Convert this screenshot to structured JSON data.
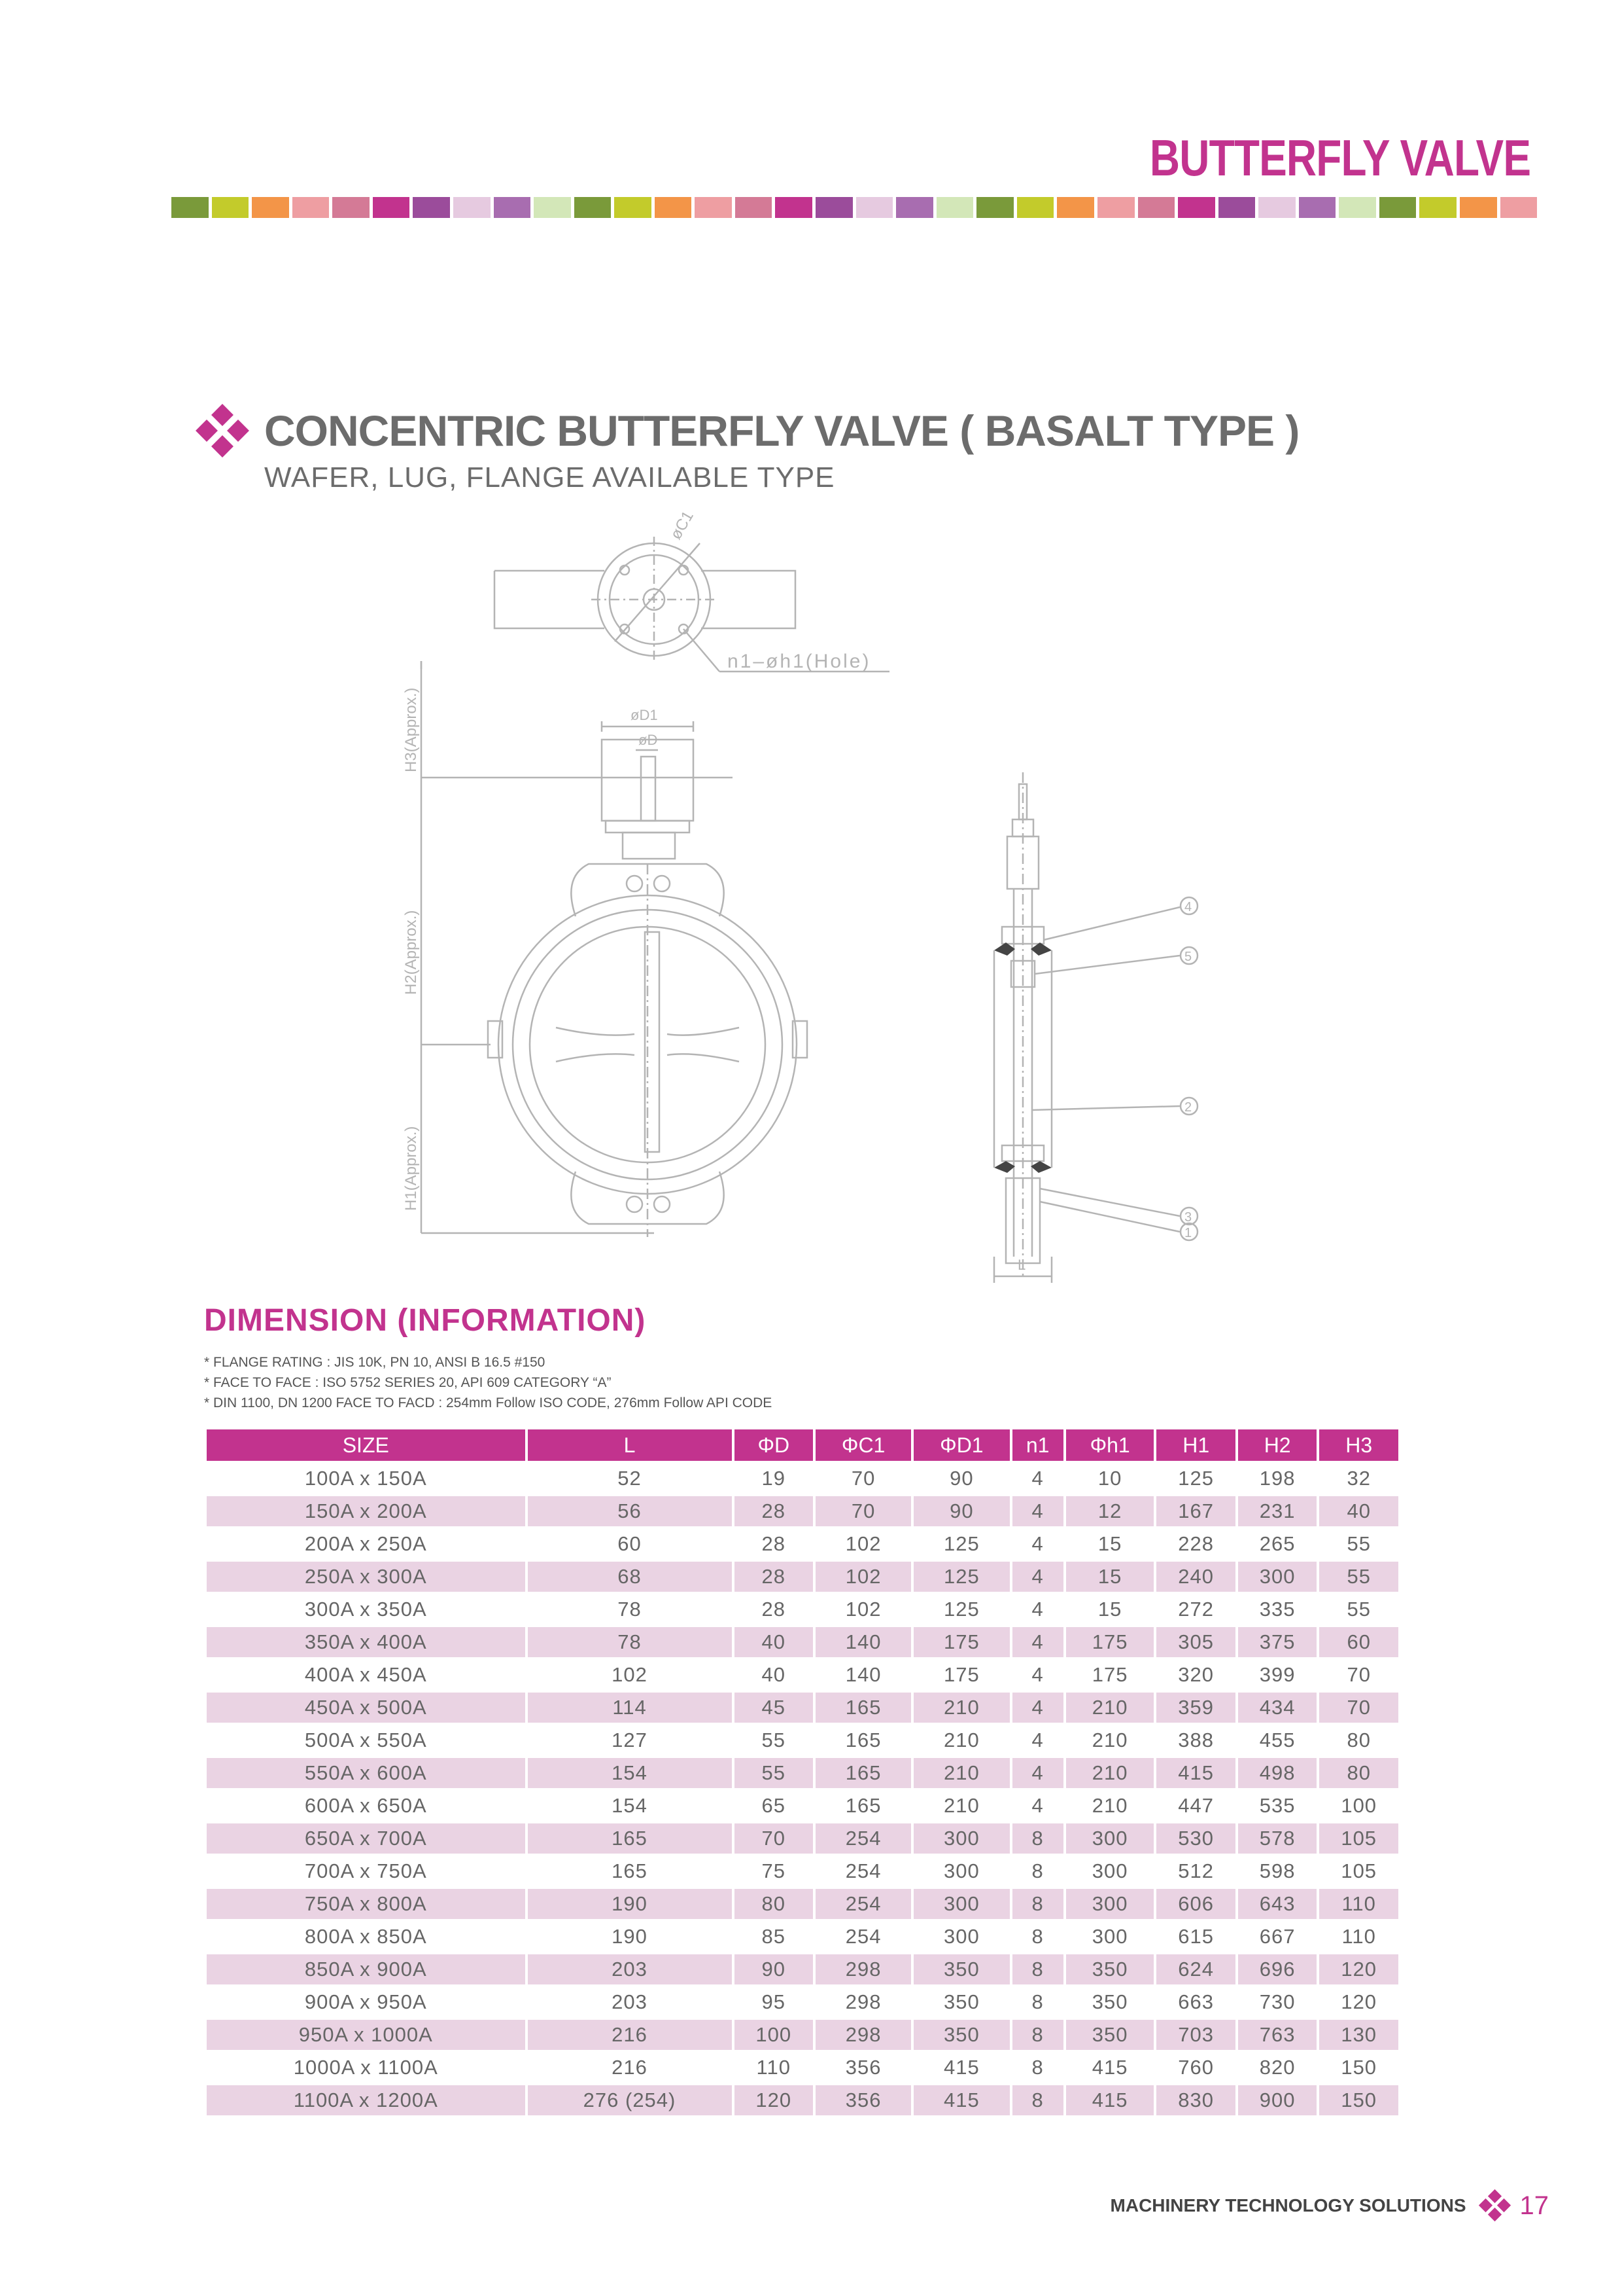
{
  "header": {
    "brand": "BUTTERFLY VALVE",
    "strip_colors": [
      "#7a9a3a",
      "#c3cb2b",
      "#f39548",
      "#ee9ea2",
      "#d47a96",
      "#c2338e",
      "#9b4c9b",
      "#e6cae0",
      "#a86db0",
      "#d3e7b8",
      "#7a9a3a",
      "#c3cb2b",
      "#f39548",
      "#ee9ea2",
      "#d47a96",
      "#c2338e",
      "#9b4c9b",
      "#e6cae0",
      "#a86db0",
      "#d3e7b8",
      "#7a9a3a",
      "#c3cb2b",
      "#f39548",
      "#ee9ea2",
      "#d47a96",
      "#c2338e",
      "#9b4c9b",
      "#e6cae0",
      "#a86db0",
      "#d3e7b8",
      "#7a9a3a",
      "#c3cb2b",
      "#f39548",
      "#ee9ea2"
    ]
  },
  "section": {
    "title": "CONCENTRIC BUTTERFLY VALVE ( BASALT TYPE )",
    "subtitle": "WAFER, LUG, FLANGE AVAILABLE TYPE"
  },
  "drawing": {
    "c1_label": "øC1",
    "hole_label": "n1–øh1(Hole)",
    "d1_label": "øD1",
    "d_label": "øD",
    "h3_label": "H3(Approx.)",
    "h2_label": "H2(Approx.)",
    "h1_label": "H1(Approx.)",
    "l_label": "L",
    "callout_4": "4",
    "callout_5": "5",
    "callout_2": "2",
    "callout_3": "3",
    "callout_1": "1"
  },
  "dimension": {
    "title": "DIMENSION (INFORMATION)",
    "notes": [
      "* FLANGE RATING : JIS 10K, PN 10, ANSI B 16.5 #150",
      "* FACE TO FACE : ISO 5752 SERIES 20, API 609 CATEGORY “A”",
      "* DIN 1100, DN 1200 FACE TO FACD : 254mm Follow ISO CODE, 276mm Follow API CODE"
    ],
    "headers": [
      "SIZE",
      "L",
      "ΦD",
      "ΦC1",
      "ΦD1",
      "n1",
      "Φh1",
      "H1",
      "H2",
      "H3"
    ],
    "rows": [
      [
        "100A x 150A",
        "52",
        "19",
        "70",
        "90",
        "4",
        "10",
        "125",
        "198",
        "32"
      ],
      [
        "150A x 200A",
        "56",
        "28",
        "70",
        "90",
        "4",
        "12",
        "167",
        "231",
        "40"
      ],
      [
        "200A x 250A",
        "60",
        "28",
        "102",
        "125",
        "4",
        "15",
        "228",
        "265",
        "55"
      ],
      [
        "250A x 300A",
        "68",
        "28",
        "102",
        "125",
        "4",
        "15",
        "240",
        "300",
        "55"
      ],
      [
        "300A x 350A",
        "78",
        "28",
        "102",
        "125",
        "4",
        "15",
        "272",
        "335",
        "55"
      ],
      [
        "350A x 400A",
        "78",
        "40",
        "140",
        "175",
        "4",
        "175",
        "305",
        "375",
        "60"
      ],
      [
        "400A x 450A",
        "102",
        "40",
        "140",
        "175",
        "4",
        "175",
        "320",
        "399",
        "70"
      ],
      [
        "450A x 500A",
        "114",
        "45",
        "165",
        "210",
        "4",
        "210",
        "359",
        "434",
        "70"
      ],
      [
        "500A x 550A",
        "127",
        "55",
        "165",
        "210",
        "4",
        "210",
        "388",
        "455",
        "80"
      ],
      [
        "550A x 600A",
        "154",
        "55",
        "165",
        "210",
        "4",
        "210",
        "415",
        "498",
        "80"
      ],
      [
        "600A x 650A",
        "154",
        "65",
        "165",
        "210",
        "4",
        "210",
        "447",
        "535",
        "100"
      ],
      [
        "650A x 700A",
        "165",
        "70",
        "254",
        "300",
        "8",
        "300",
        "530",
        "578",
        "105"
      ],
      [
        "700A x 750A",
        "165",
        "75",
        "254",
        "300",
        "8",
        "300",
        "512",
        "598",
        "105"
      ],
      [
        "750A x 800A",
        "190",
        "80",
        "254",
        "300",
        "8",
        "300",
        "606",
        "643",
        "110"
      ],
      [
        "800A x 850A",
        "190",
        "85",
        "254",
        "300",
        "8",
        "300",
        "615",
        "667",
        "110"
      ],
      [
        "850A x 900A",
        "203",
        "90",
        "298",
        "350",
        "8",
        "350",
        "624",
        "696",
        "120"
      ],
      [
        "900A x 950A",
        "203",
        "95",
        "298",
        "350",
        "8",
        "350",
        "663",
        "730",
        "120"
      ],
      [
        "950A x 1000A",
        "216",
        "100",
        "298",
        "350",
        "8",
        "350",
        "703",
        "763",
        "130"
      ],
      [
        "1000A x 1100A",
        "216",
        "110",
        "356",
        "415",
        "8",
        "415",
        "760",
        "820",
        "150"
      ],
      [
        "1100A x 1200A",
        "276 (254)",
        "120",
        "356",
        "415",
        "8",
        "415",
        "830",
        "900",
        "150"
      ]
    ]
  },
  "footer": {
    "text": "MACHINERY TECHNOLOGY SOLUTIONS",
    "page": "17"
  }
}
